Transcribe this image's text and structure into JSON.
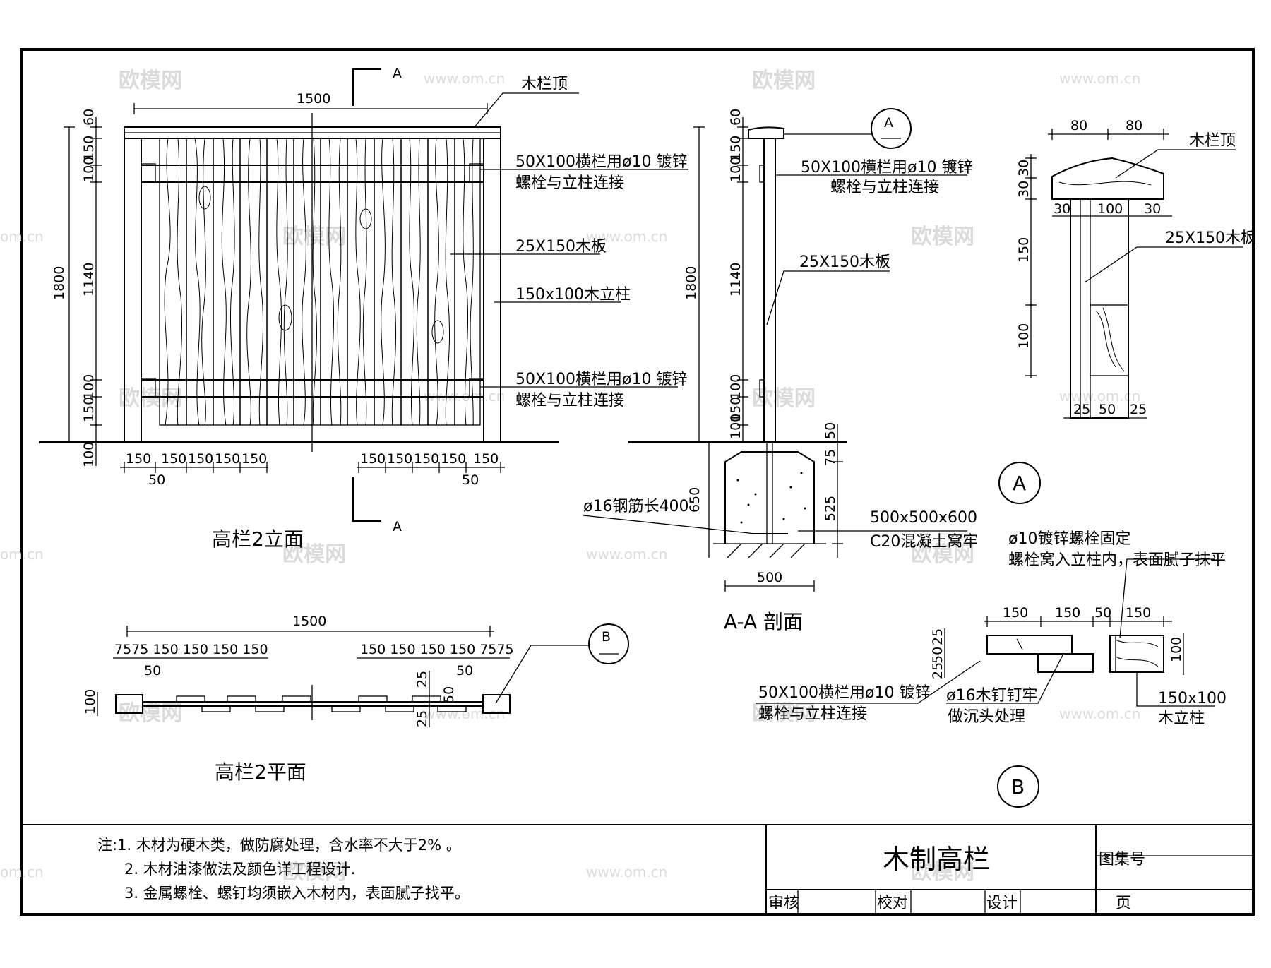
{
  "drawing": {
    "elevation_title": "高栏2立面",
    "plan_title": "高栏2平面",
    "section_title": "A-A 剖面",
    "section_marker_A": "A",
    "section_marker_B": "B",
    "detail_marker_A": "A",
    "detail_marker_B": "B"
  },
  "elevation": {
    "top_width": "1500",
    "label_top": "木栏顶",
    "label_rail_top_1": "50X100横栏用ø10  镀锌",
    "label_rail_top_2": "螺栓与立柱连接",
    "label_board": "25X150木板",
    "label_post": "150x100木立柱",
    "label_rail_bot_1": "50X100横栏用ø10  镀锌",
    "label_rail_bot_2": "螺栓与立柱连接",
    "dim_total_height": "1800",
    "dim_v": [
      "60",
      "150",
      "100",
      "1140",
      "100",
      "150",
      "100"
    ],
    "dim_bottom_left": [
      "150",
      "150",
      "150",
      "150",
      "150"
    ],
    "dim_bottom_left_sub": "50",
    "dim_bottom_right": [
      "150",
      "150",
      "150",
      "150",
      "150"
    ],
    "dim_bottom_right_sub": "50"
  },
  "section": {
    "label_rail_1": "50X100横栏用ø10  镀锌",
    "label_rail_2": "螺栓与立柱连接",
    "label_board": "25X150木板",
    "dim_total": "1800",
    "dim_v": [
      "60",
      "150",
      "100",
      "1140",
      "100",
      "150",
      "100"
    ],
    "dim_footing_top": "50",
    "dim_footing_75": "75",
    "dim_footing_525": "525",
    "dim_footing_650": "650",
    "dim_footing_width": "500",
    "label_rebar": "ø16钢筋长400",
    "label_footing_1": "500x500x600",
    "label_footing_2": "C20混凝土窝牢"
  },
  "detailA": {
    "dim_top": [
      "80",
      "80"
    ],
    "label_cap": "木栏顶",
    "dim_v": [
      "30",
      "30",
      "150",
      "100"
    ],
    "dim_mid": [
      "30",
      "100",
      "30"
    ],
    "label_board": "25X150木板",
    "dim_bottom": [
      "25",
      "50",
      "25"
    ]
  },
  "detailB": {
    "label_bolt_1": "ø10镀锌螺栓固定",
    "label_bolt_2": "螺栓窝入立柱内，表面腻子抹平",
    "dim_top": [
      "150",
      "150",
      "50",
      "150"
    ],
    "dim_v": [
      "25",
      "50",
      "25"
    ],
    "dim_post": "100",
    "label_rail_1": "50X100横栏用ø10  镀锌",
    "label_rail_2": "螺栓与立柱连接",
    "label_nail_1": "ø16木钉钉牢",
    "label_nail_2": "做沉头处理",
    "label_post_1": "150x100",
    "label_post_2": "木立柱"
  },
  "plan": {
    "dim_total": "1500",
    "dim_left": "7575 150 150 150 150",
    "dim_left_sub": "50",
    "dim_right": "150 150 150 150 7575",
    "dim_right_sub": "50",
    "dim_height": "100",
    "dim_side": [
      "25",
      "50",
      "25"
    ]
  },
  "notes": {
    "line1": "注:1.  木材为硬木类，做防腐处理，含水率不大于2%    。",
    "line2": "2. 木材油漆做法及颜色详工程设计.",
    "line3": "3. 金属螺栓、螺钉均须嵌入木材内，表面腻子找平。"
  },
  "titleblock": {
    "title": "木制高栏",
    "label_code": "图集号",
    "label_review": "审核",
    "label_check": "校对",
    "label_design": "设计",
    "label_page": "页"
  },
  "watermark": {
    "brand": "欧模网",
    "url": "www.om.cn"
  }
}
